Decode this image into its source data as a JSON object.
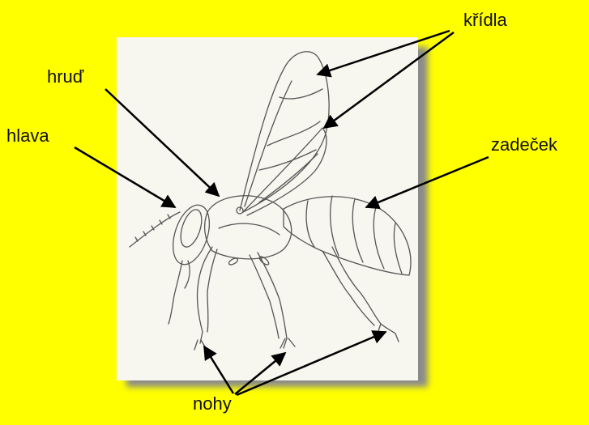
{
  "colors": {
    "background": "#FFFF00",
    "panel": "#f7f6ef",
    "drawing": "#555555",
    "arrows": "#000000"
  },
  "labels": {
    "head": "hlava",
    "thorax": "hruď",
    "wings": "křídla",
    "abdomen": "zadeček",
    "legs": "nohy"
  }
}
